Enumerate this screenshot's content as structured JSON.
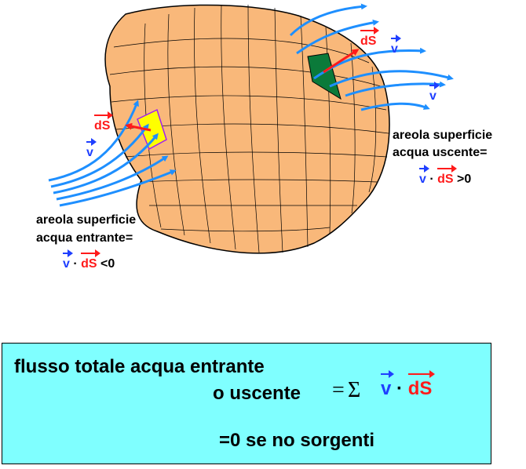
{
  "labels": {
    "ds_top": "dS",
    "v_top": "v",
    "v_right": "v",
    "ds_left": "dS",
    "v_left": "v",
    "out_line1": "areola superficie",
    "out_line2": "acqua uscente=",
    "out_v": "v",
    "out_dot": "·",
    "out_ds": "dS",
    "out_rel": ">0",
    "in_line1": "areola superficie",
    "in_line2": "acqua entrante=",
    "in_v": "v",
    "in_dot": "·",
    "in_ds": "dS",
    "in_rel": "<0"
  },
  "box": {
    "line1": "flusso totale acqua entrante",
    "line2": "o uscente",
    "eq": "=",
    "sigma": "Σ",
    "v": "v",
    "dot": "·",
    "ds": "dS",
    "line3": "=0   se no sorgenti"
  },
  "colors": {
    "surface": "#f9b87a",
    "flow_arrows": "#1e8fff",
    "green_patch": "#0b7a3a",
    "yellow_patch": "#ffff00",
    "vector_red": "#ff1a1a",
    "vector_blue": "#1f3fff",
    "box_fill": "#7fffff"
  }
}
